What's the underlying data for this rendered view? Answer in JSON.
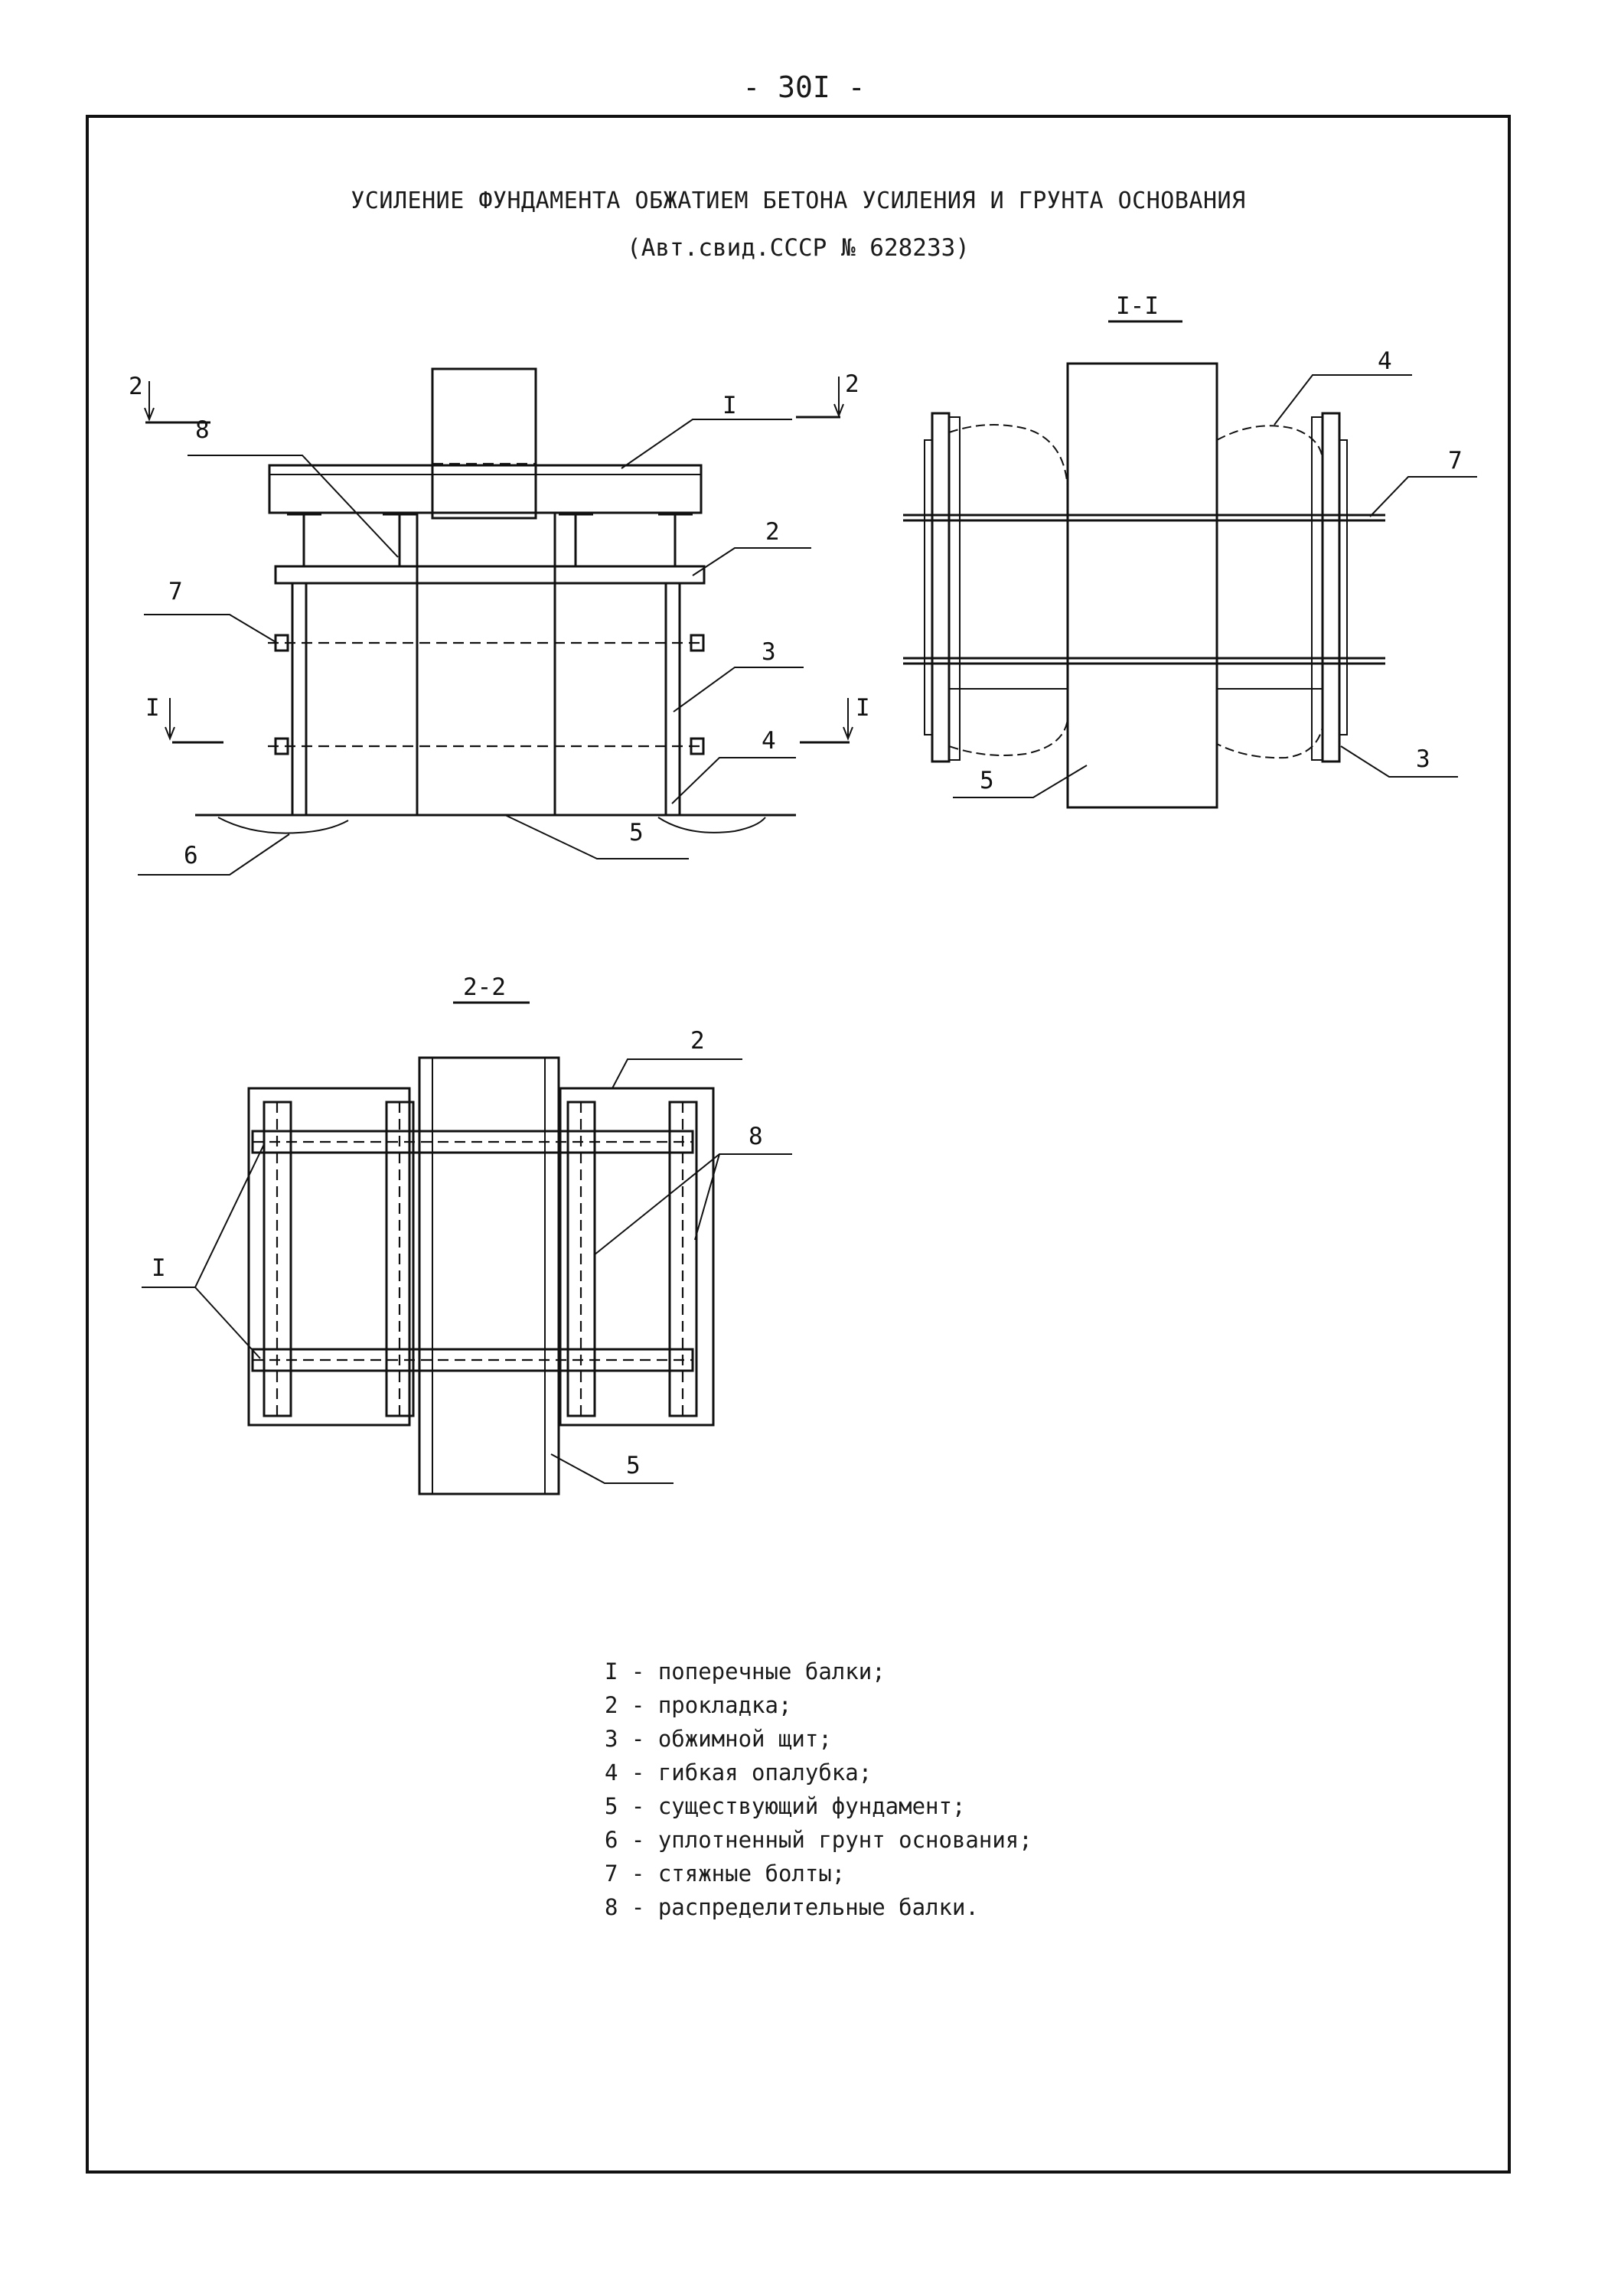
{
  "page_number": "- 30I -",
  "title": "УСИЛЕНИЕ ФУНДАМЕНТА ОБЖАТИЕМ БЕТОНА УСИЛЕНИЯ И ГРУНТА ОСНОВАНИЯ",
  "subtitle": "(Авт.свид.СССР № 628233)",
  "sections": {
    "main_marker": "2",
    "section_marker": "I",
    "view_I": "I-I",
    "view_2": "2-2"
  },
  "callouts": {
    "c1": "I",
    "c2": "2",
    "c3": "3",
    "c4": "4",
    "c5": "5",
    "c6": "6",
    "c7": "7",
    "c8": "8"
  },
  "legend": [
    "I - поперечные балки;",
    "2 - прокладка;",
    "3 - обжимной щит;",
    "4 - гибкая опалубка;",
    "5 - существующий фундамент;",
    "6 - уплотненный грунт основания;",
    "7 - стяжные болты;",
    "8 - распределительные балки."
  ]
}
